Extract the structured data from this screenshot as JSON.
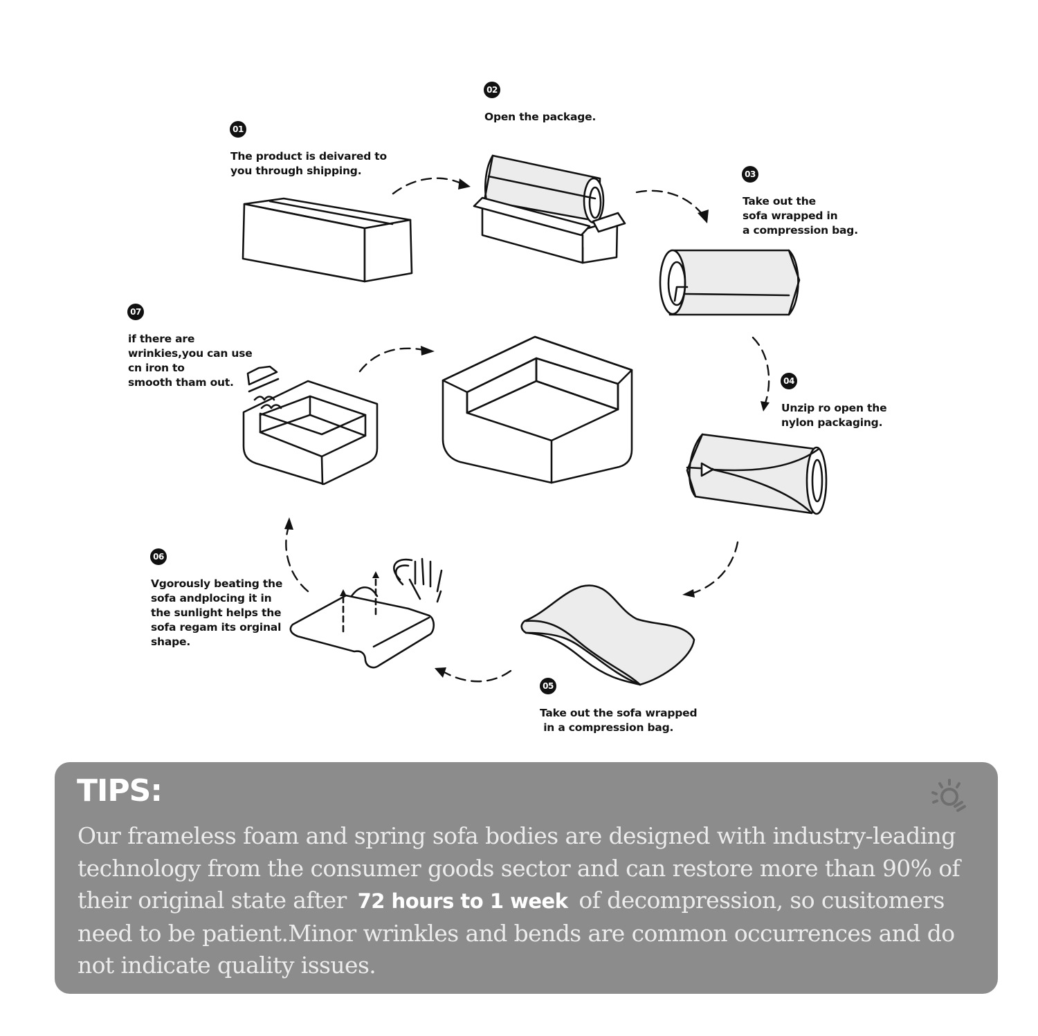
{
  "steps": [
    {
      "number": "01",
      "text": "The product is deivared to\nyou through shipping.",
      "illustration": "closed-shipping-box"
    },
    {
      "number": "02",
      "text": "Open the package.",
      "illustration": "open-box-with-rolled-sofa"
    },
    {
      "number": "03",
      "text": "Take out the\nsofa wrapped in\na compression bag.",
      "illustration": "rolled-sofa-in-bag"
    },
    {
      "number": "04",
      "text": "Unzip ro open the\nnylon packaging.",
      "illustration": "unzipping-nylon-bag"
    },
    {
      "number": "05",
      "text": "Take out the sofa wrapped\n in a compression bag.",
      "illustration": "unrolled-flat-sofa"
    },
    {
      "number": "06",
      "text": "Vgorously beating the\nsofa andplocing it in\nthe sunlight helps the\nsofa regam its orginal\nshape.",
      "illustration": "hand-beating-sofa"
    },
    {
      "number": "07",
      "text": "if there are\nwrinkies,you can use\ncn iron to\nsmooth tham out.",
      "illustration": "ironing-sofa"
    }
  ],
  "final_illustration": "fully-expanded-sofa",
  "tips": {
    "title": "TIPS:",
    "body_before": "Our frameless foam and spring sofa bodies are designed with industry-leading technology from the consumer goods sector and can restore more than 90% of their original state after",
    "highlight": "72 hours to 1 week",
    "body_after": "of decompression, so cusitomers need to be patient.Minor wrinkles and bends are common occurrences and do not indicate quality issues.",
    "icon": "lightbulb-icon"
  },
  "colors": {
    "line": "#111111",
    "fill_light": "#ececec",
    "tips_bg": "#8c8c8c",
    "tips_text": "#ececec",
    "tips_title": "#ffffff"
  }
}
